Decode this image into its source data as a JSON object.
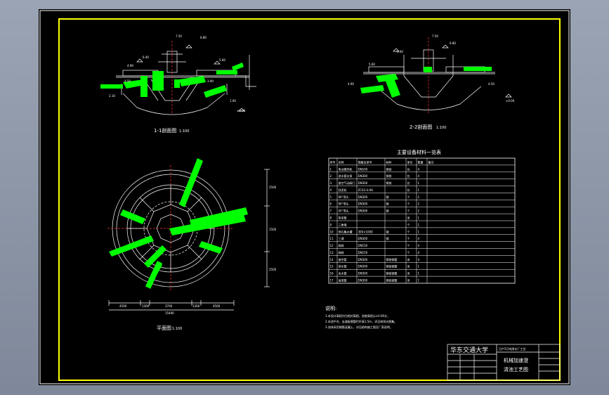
{
  "drawing": {
    "section_1_title": "1-1剖面图",
    "section_1_scale": "1:100",
    "section_2_title": "2-2剖面图",
    "section_2_scale": "1:100",
    "plan_title": "平面图",
    "plan_scale": "1:100",
    "table_title": "主要设备材料一览表",
    "notes_title": "说明:",
    "notes": [
      "1.本设计高程均为相对高程，池底高程以±0.00计，",
      "2.本池平台、走道板钢管栏杆高1.5m，详见给排水图集。",
      "3.池体采用钢筋混凝土，详见结构施工图及厂家说明。"
    ],
    "title_block": {
      "university": "华东交通大学",
      "drawing_name_1": "机械加速澄",
      "drawing_name_2": "清池工艺图",
      "project": "日产5万吨净水厂工艺"
    }
  },
  "table": {
    "headers": [
      "序号",
      "名称",
      "规格及型号",
      "材料",
      "单位",
      "数量",
      "备注"
    ],
    "rows": [
      [
        "1",
        "电动搅拌机",
        "DN100",
        "铸铁",
        "台",
        "4",
        ""
      ],
      [
        "2",
        "进水管水泵",
        "DN300",
        "铸铁",
        "台",
        "4",
        ""
      ],
      [
        "3",
        "放空气动阀门",
        "DN300",
        "铸铁",
        "台",
        "1",
        ""
      ],
      [
        "4",
        "刮泥机",
        "ZCS2-4.0H",
        "",
        "台",
        "1",
        ""
      ],
      [
        "5",
        "90°弯头",
        "DN300",
        "钢",
        "个",
        "2",
        ""
      ],
      [
        "6",
        "90°弯头",
        "DN300",
        "钢",
        "个",
        "2",
        ""
      ],
      [
        "7",
        "45°弯头",
        "DN300",
        "钢",
        "个",
        "2",
        ""
      ],
      [
        "8",
        "排泥管",
        "",
        "",
        "米",
        "1",
        ""
      ],
      [
        "9",
        "三角堰",
        "",
        "",
        "个",
        "1",
        ""
      ],
      [
        "10",
        "穿孔集水槽",
        "300×1000",
        "钢",
        "个",
        "1",
        ""
      ],
      [
        "11",
        "三通",
        "DN300",
        "钢",
        "个",
        "4",
        ""
      ],
      [
        "12",
        "闸阀",
        "DN150",
        "",
        "个",
        "4",
        ""
      ],
      [
        "13",
        "闸阀",
        "DN150",
        "",
        "个",
        "4",
        ""
      ],
      [
        "14",
        "放空管",
        "DN300",
        "铸铁钢管",
        "米",
        "4",
        ""
      ],
      [
        "15",
        "排水管",
        "DN300",
        "铸铁钢管",
        "米",
        "1",
        ""
      ],
      [
        "16",
        "出水管",
        "DN300",
        "铸铁钢管",
        "米",
        "1",
        ""
      ],
      [
        "17",
        "溢流管",
        "DN300",
        "铸铁钢管",
        "米",
        "1",
        ""
      ]
    ]
  },
  "dimensions": {
    "plan_bottom": [
      "4500",
      "1300",
      "3700",
      "1300",
      "4500"
    ],
    "plan_total": "15400",
    "plan_right": [
      "2500",
      "1500",
      "2500"
    ],
    "section_1_levels": [
      "7.50",
      "6.80",
      "6.40",
      "5.60",
      "4.90",
      "4.50",
      "3.90",
      "2.10",
      "1.00",
      "±0.00"
    ],
    "section_2_levels": [
      "7.50",
      "6.80",
      "6.40",
      "5.60",
      "4.90",
      "4.50",
      "±0.00"
    ]
  },
  "colors": {
    "background": "#000000",
    "frame": "#ffffff",
    "border": "#ffff00",
    "pipe": "#00ff00",
    "line": "#ffffff"
  }
}
